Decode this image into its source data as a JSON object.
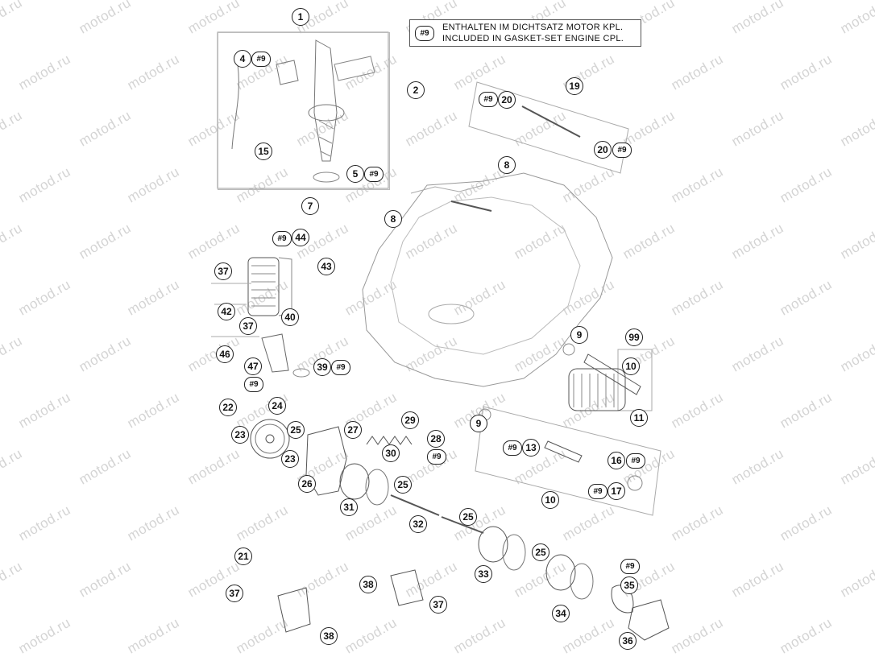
{
  "notice": {
    "badge": "#9",
    "line1": "ENTHALTEN IM DICHTSATZ MOTOR KPL.",
    "line2": "INCLUDED IN GASKET-SET ENGINE CPL."
  },
  "watermark": "motod.ru",
  "callouts": {
    "p1": "1",
    "p2": "2",
    "p4": "4",
    "p5": "5",
    "p7": "7",
    "p8a": "8",
    "p8b": "8",
    "p9a": "9",
    "p9b": "9",
    "p10a": "10",
    "p10b": "10",
    "p11": "11",
    "p13": "13",
    "p15": "15",
    "p16": "16",
    "p17": "17",
    "p19": "19",
    "p20a": "20",
    "p20b": "20",
    "p21": "21",
    "p22": "22",
    "p23a": "23",
    "p23b": "23",
    "p24": "24",
    "p25a": "25",
    "p25b": "25",
    "p25c": "25",
    "p25d": "25",
    "p26": "26",
    "p27": "27",
    "p28": "28",
    "p29": "29",
    "p30": "30",
    "p31": "31",
    "p32": "32",
    "p33": "33",
    "p34": "34",
    "p35": "35",
    "p36": "36",
    "p37a": "37",
    "p37b": "37",
    "p37c": "37",
    "p37d": "37",
    "p38a": "38",
    "p38b": "38",
    "p39": "39",
    "p40": "40",
    "p42": "42",
    "p43": "43",
    "p44": "44",
    "p46": "46",
    "p47": "47",
    "p99": "99"
  },
  "gaskets": {
    "g4": "#9",
    "g5": "#9",
    "g20a": "#9",
    "g20b": "#9",
    "g44": "#9",
    "g39": "#9",
    "g47": "#9",
    "g28": "#9",
    "g13": "#9",
    "g16": "#9",
    "g17": "#9",
    "g35": "#9"
  }
}
